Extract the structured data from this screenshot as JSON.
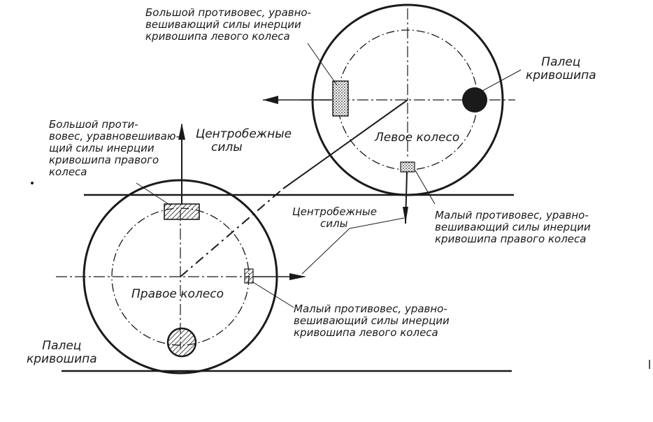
{
  "labels": {
    "left_big_cw": [
      "Большой противовес, уравно-",
      "вешивающий силы инерции",
      "кривошипа левого колеса"
    ],
    "crank_pin_top": [
      "Палец",
      "кривошипа"
    ],
    "centrifugal_top": [
      "Центробежные",
      "силы"
    ],
    "left_wheel": "Левое колесо",
    "right_big_cw": [
      "Большой проти-",
      "вовес, уравновешиваю-",
      "щий силы инерции",
      "кривошипа правого",
      "колеса"
    ],
    "centrifugal_mid": [
      "Центробежные",
      "силы"
    ],
    "small_cw_right": [
      "Малый противовес, уравно-",
      "вешивающий силы инерции",
      "кривошипа правого колеса"
    ],
    "right_wheel": "Правое колесо",
    "small_cw_left": [
      "Малый противовес, уравно-",
      "вешивающий силы инерции",
      "кривошипа левого колеса"
    ],
    "crank_pin_bottom": [
      "Палец",
      "кривошипа"
    ]
  },
  "colors": {
    "ink": "#1a1a1a",
    "paper": "#ffffff"
  }
}
